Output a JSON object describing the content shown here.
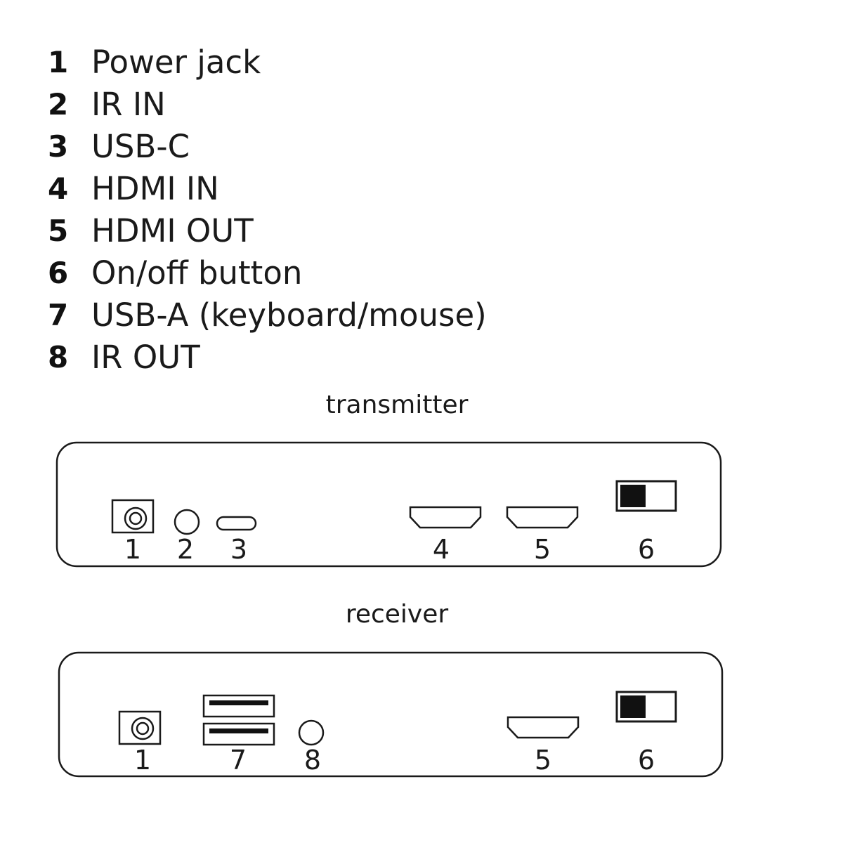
{
  "legend": [
    {
      "num": "1",
      "label": "Power jack"
    },
    {
      "num": "2",
      "label": "IR IN"
    },
    {
      "num": "3",
      "label": "USB-C"
    },
    {
      "num": "4",
      "label": "HDMI IN"
    },
    {
      "num": "5",
      "label": "HDMI OUT"
    },
    {
      "num": "6",
      "label": "On/off button"
    },
    {
      "num": "7",
      "label": "USB-A (keyboard/mouse)"
    },
    {
      "num": "8",
      "label": "IR OUT"
    }
  ],
  "transmitter": {
    "title": "transmitter",
    "ports": [
      "1",
      "2",
      "3",
      "4",
      "5",
      "6"
    ]
  },
  "receiver": {
    "title": "receiver",
    "ports": [
      "1",
      "7",
      "8",
      "5",
      "6"
    ]
  },
  "colors": {
    "line": "#1a1a1a",
    "switch_fill": "#111111"
  }
}
